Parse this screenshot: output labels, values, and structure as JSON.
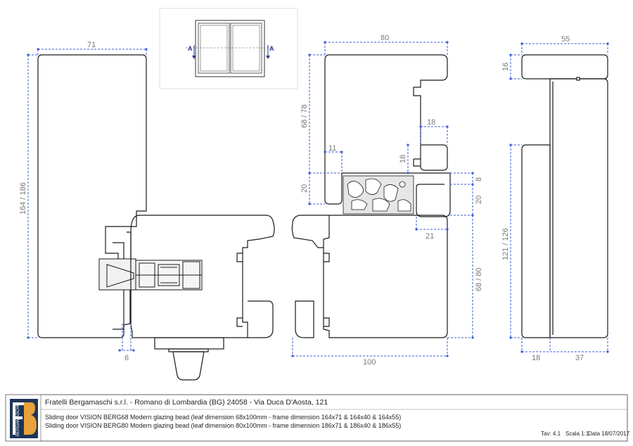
{
  "colors": {
    "dimension": "#3b5bdb",
    "outline": "#1a1a1a",
    "logo_bg": "#1d3557",
    "logo_accent": "#e9a23b"
  },
  "section_marks": {
    "left": "A",
    "right": "A"
  },
  "dimensions": {
    "leaf_width": "71",
    "leaf_height": "164 / 186",
    "gap": "6",
    "total_width": "100",
    "frame_width": "80",
    "upper_height": "68 / 78",
    "inner_11": "11",
    "inner_18_top": "18",
    "inner_18_vert": "18",
    "inner_20_left": "20",
    "inner_20_right": "20",
    "inner_8": "8",
    "inner_21": "21",
    "lower_height": "68 / 80",
    "side_width": "55",
    "side_16": "16",
    "side_height": "121 / 126",
    "side_18": "18",
    "side_37": "37"
  },
  "title_block": {
    "logo_icon": "fb-monogram-logo-icon",
    "logo_text": "BERGAMASCHI",
    "company": "Fratelli Bergamaschi s.r.l. - Romano di Lombardia (BG) 24058 - Via Duca D'Aosta, 121",
    "line1": "Sliding door VISION BERG68 Modern glazing bead (leaf dimension 68x100mm - frame dimension 164x71 & 164x40 & 164x55)",
    "line2": "Sliding door VISION BERG80 Modern glazing bead (leaf dimension 80x100mm - frame dimension 186x71 & 186x40 & 186x55)",
    "tav": "Tav: 4.1",
    "scale": "Scala 1:1",
    "date": "Data 18/07/2017"
  }
}
